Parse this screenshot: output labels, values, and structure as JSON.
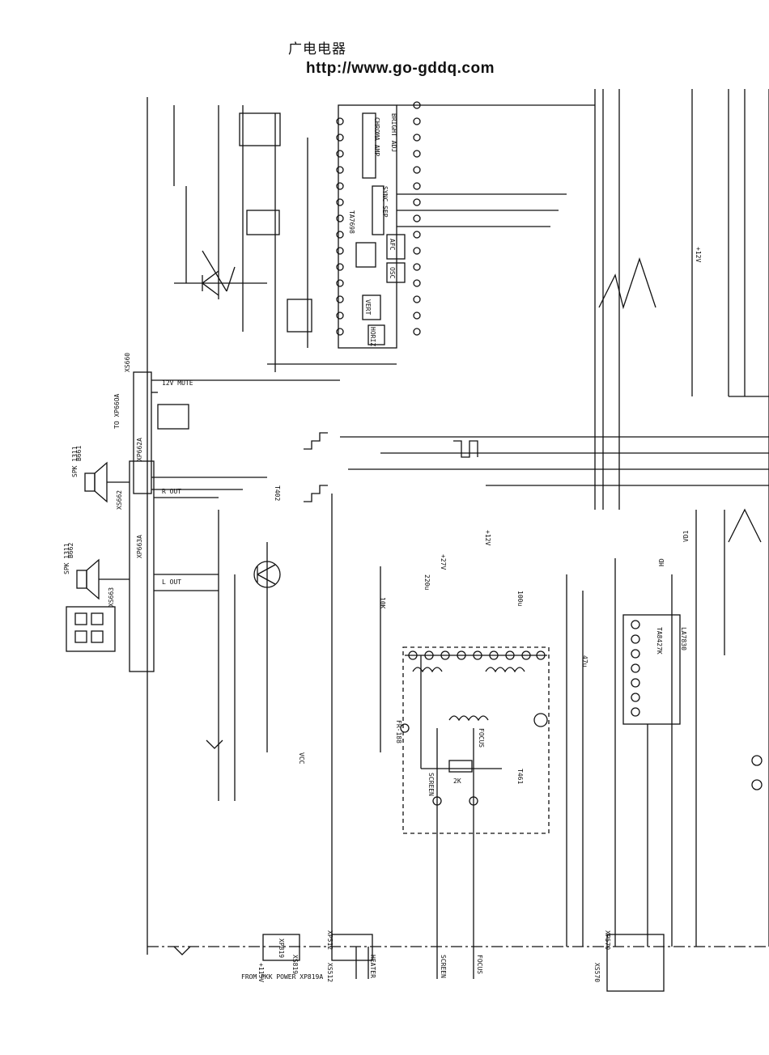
{
  "header": {
    "site_name": "广电电器",
    "site_url": "http://www.go-gddq.com"
  },
  "labels": {
    "mute": "12V MUTE",
    "to_connector": "TO XP66OA",
    "r_out": "R OUT",
    "l_out": "L OUT",
    "spk_right": "SPK 1311",
    "spk_left": "SPK 1311",
    "b661": "B661",
    "b662": "B662",
    "xs663": "XS663",
    "xs660": "XS660",
    "xs662": "XS662",
    "xp662a": "XP662A",
    "xp663a": "XP663A",
    "vd1_label": "VD1",
    "hd_label": "HD",
    "screen_left": "SCREEN",
    "focus_left": "FOCUS",
    "screen_bottom": "SCREEN",
    "focus_bottom": "FOCUS",
    "heater": "HEATER",
    "from_pkk_power": "FROM PKK POWER XP819A",
    "plus_115v": "+115V",
    "plus_12v": "+12V",
    "plus_27v": "+27V",
    "plus_12v_b": "+12V",
    "vcc": "VCC",
    "xp819": "XP819",
    "xs819": "XS819",
    "xp512": "XP512",
    "xs512": "XS512",
    "xp570": "XP570",
    "xs570": "XS570",
    "t461": "T461",
    "t402": "T402",
    "chroma_amp": "CHROMA AMP",
    "bright": "BRIGHT ADJ",
    "sync_sep": "SYNC SEP",
    "afc": "AFC",
    "osc": "OSC",
    "vert": "VERT",
    "horiz": "HORIZ",
    "ic_ta7698": "TA7698",
    "ic_ta8427": "TA8427K",
    "ic_la7830": "LA7830",
    "fr188": "FR-188",
    "r_2k": "2K",
    "r_10k": "10K",
    "c_220u": "220u",
    "c_100u": "100u",
    "c_47u": "47u"
  }
}
